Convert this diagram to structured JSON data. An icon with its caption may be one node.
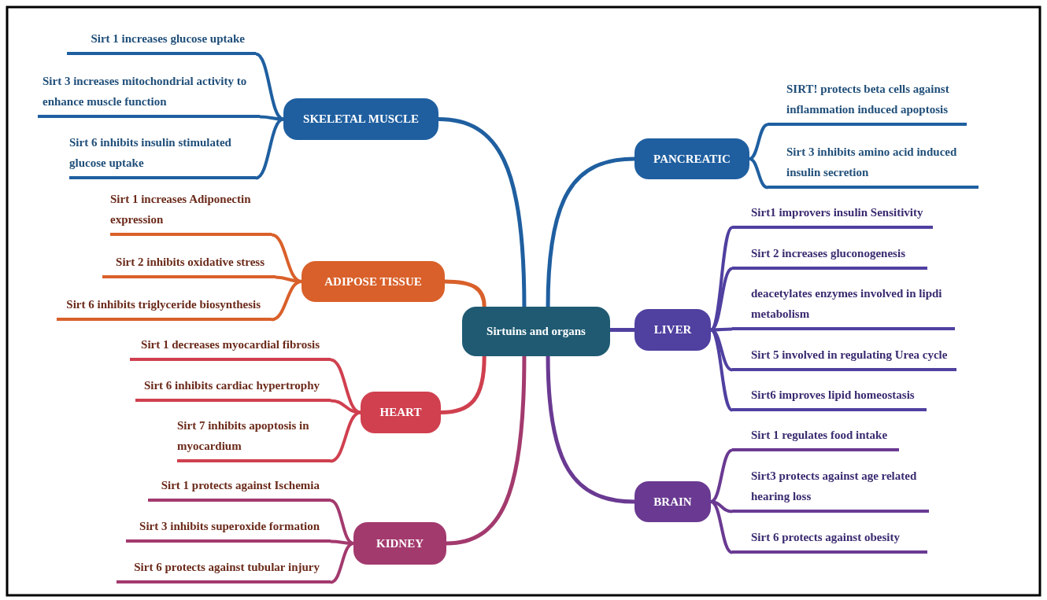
{
  "diagram": {
    "nodes": [
      {
        "text": [
          "Sirtuins and organs"
        ]
      },
      {
        "text": [
          "SKELETAL MUSCLE"
        ]
      },
      {
        "text": [
          "Sirt 1 increases glucose uptake"
        ]
      },
      {
        "text": [
          "Sirt 3 increases mitochondrial activity to enhance muscle function"
        ]
      },
      {
        "text": [
          "Sirt 6 inhibits insulin stimulated glucose uptake"
        ]
      },
      {
        "text": [
          "ADIPOSE TISSUE"
        ]
      },
      {
        "text": [
          "Sirt 1 increases Adiponectin expression"
        ]
      },
      {
        "text": [
          "Sirt 2 inhibits oxidative stress"
        ]
      },
      {
        "text": [
          "Sirt 6 inhibits triglyceride biosynthesis"
        ]
      },
      {
        "text": [
          "HEART"
        ]
      },
      {
        "text": [
          "Sirt 1 decreases myocardial fibrosis"
        ]
      },
      {
        "text": [
          "Sirt 6 inhibits cardiac hypertrophy"
        ]
      },
      {
        "text": [
          "Sirt 7 inhibits apoptosis in myocardium"
        ]
      },
      {
        "text": [
          "KIDNEY"
        ]
      },
      {
        "text": [
          "Sirt 1 protects against Ischemia"
        ]
      },
      {
        "text": [
          "Sirt 3 inhibits superoxide formation"
        ]
      },
      {
        "text": [
          "Sirt 6 protects against tubular injury"
        ]
      },
      {
        "text": [
          "PANCREATIC"
        ]
      },
      {
        "text": [
          "SIRT! protects beta cells against inflammation induced apoptosis"
        ]
      },
      {
        "text": [
          "Sirt 3 inhibits amino acid induced insulin secretion"
        ]
      },
      {
        "text": [
          "LIVER"
        ]
      },
      {
        "text": [
          "Sirt1 improvers insulin Sensitivity"
        ]
      },
      {
        "text": [
          "Sirt 2 increases gluconogenesis"
        ]
      },
      {
        "text": [
          "deacetylates enzymes involved in lipdi metabolism"
        ]
      },
      {
        "text": [
          "Sirt 5 involved in regulating Urea cycle"
        ]
      },
      {
        "text": [
          "Sirt6 improves lipid homeostasis"
        ]
      },
      {
        "text": [
          "BRAIN"
        ]
      },
      {
        "text": [
          "Sirt 1 regulates food intake"
        ]
      },
      {
        "text": [
          "Sirt3 protects against age related hearing loss"
        ]
      },
      {
        "text": [
          "Sirt 6 protects against obesity"
        ]
      }
    ],
    "edges": [
      {
        "from": 0,
        "to": 1,
        "arrow": "none",
        "color": "#1f5fa0"
      },
      {
        "from": 1,
        "to": 2,
        "arrow": "none",
        "color": "#1f5fa0"
      },
      {
        "from": 1,
        "to": 3,
        "arrow": "none",
        "color": "#1f5fa0"
      },
      {
        "from": 1,
        "to": 4,
        "arrow": "none",
        "color": "#1f5fa0"
      },
      {
        "from": 0,
        "to": 5,
        "arrow": "none",
        "color": "#d9602a"
      },
      {
        "from": 5,
        "to": 6,
        "arrow": "none",
        "color": "#d9602a"
      },
      {
        "from": 5,
        "to": 7,
        "arrow": "none",
        "color": "#d9602a"
      },
      {
        "from": 5,
        "to": 8,
        "arrow": "none",
        "color": "#d9602a"
      },
      {
        "from": 0,
        "to": 9,
        "arrow": "none",
        "color": "#d0404f"
      },
      {
        "from": 9,
        "to": 10,
        "arrow": "none",
        "color": "#d0404f"
      },
      {
        "from": 9,
        "to": 11,
        "arrow": "none",
        "color": "#d0404f"
      },
      {
        "from": 9,
        "to": 12,
        "arrow": "none",
        "color": "#d0404f"
      },
      {
        "from": 0,
        "to": 13,
        "arrow": "none",
        "color": "#a33a6e"
      },
      {
        "from": 13,
        "to": 14,
        "arrow": "none",
        "color": "#a33a6e"
      },
      {
        "from": 13,
        "to": 15,
        "arrow": "none",
        "color": "#a33a6e"
      },
      {
        "from": 13,
        "to": 16,
        "arrow": "none",
        "color": "#a33a6e"
      },
      {
        "from": 0,
        "to": 17,
        "arrow": "none",
        "color": "#1f5fa0"
      },
      {
        "from": 17,
        "to": 18,
        "arrow": "none",
        "color": "#1f5fa0"
      },
      {
        "from": 17,
        "to": 19,
        "arrow": "none",
        "color": "#1f5fa0"
      },
      {
        "from": 0,
        "to": 20,
        "arrow": "none",
        "color": "#5040a0"
      },
      {
        "from": 20,
        "to": 21,
        "arrow": "none",
        "color": "#5040a0"
      },
      {
        "from": 20,
        "to": 22,
        "arrow": "none",
        "color": "#5040a0"
      },
      {
        "from": 20,
        "to": 23,
        "arrow": "none",
        "color": "#5040a0"
      },
      {
        "from": 20,
        "to": 24,
        "arrow": "none",
        "color": "#5040a0"
      },
      {
        "from": 20,
        "to": 25,
        "arrow": "none",
        "color": "#5040a0"
      },
      {
        "from": 0,
        "to": 26,
        "arrow": "none",
        "color": "#6a3a92"
      },
      {
        "from": 26,
        "to": 27,
        "arrow": "none",
        "color": "#6a3a92"
      },
      {
        "from": 26,
        "to": 28,
        "arrow": "none",
        "color": "#6a3a92"
      },
      {
        "from": 26,
        "to": 29,
        "arrow": "none",
        "color": "#6a3a92"
      }
    ]
  }
}
